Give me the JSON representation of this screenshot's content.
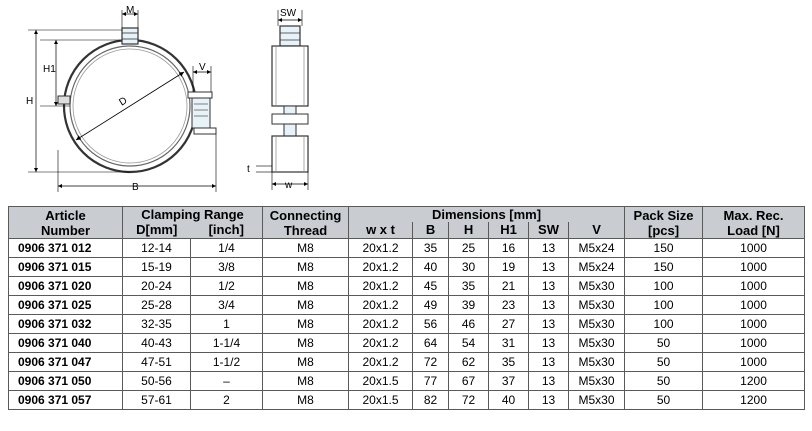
{
  "drawing": {
    "front_labels": {
      "m": "M",
      "h1": "H1",
      "h": "H",
      "d": "D",
      "v": "V",
      "b": "B"
    },
    "side_labels": {
      "sw": "SW",
      "t": "t",
      "w": "w"
    }
  },
  "table": {
    "headers": {
      "article_line1": "Article",
      "article_line2": "Number",
      "clamping": "Clamping Range",
      "clamping_mm": "D[mm]",
      "clamping_inch": "[inch]",
      "thread_line1": "Connecting",
      "thread_line2": "Thread",
      "dimensions": "Dimensions [mm]",
      "wxt": "w x t",
      "b": "B",
      "h": "H",
      "h1": "H1",
      "sw": "SW",
      "v": "V",
      "pack_line1": "Pack Size",
      "pack_line2": "[pcs]",
      "load_line1": "Max. Rec.",
      "load_line2": "Load [N]"
    },
    "rows": [
      {
        "article": "0906 371 012",
        "d_mm": "12-14",
        "inch": "1/4",
        "thread": "M8",
        "wxt": "20x1.2",
        "b": "35",
        "h": "25",
        "h1": "16",
        "sw": "13",
        "v": "M5x24",
        "pack": "150",
        "load": "1000"
      },
      {
        "article": "0906 371 015",
        "d_mm": "15-19",
        "inch": "3/8",
        "thread": "M8",
        "wxt": "20x1.2",
        "b": "40",
        "h": "30",
        "h1": "19",
        "sw": "13",
        "v": "M5x24",
        "pack": "150",
        "load": "1000"
      },
      {
        "article": "0906 371 020",
        "d_mm": "20-24",
        "inch": "1/2",
        "thread": "M8",
        "wxt": "20x1.2",
        "b": "45",
        "h": "35",
        "h1": "21",
        "sw": "13",
        "v": "M5x30",
        "pack": "100",
        "load": "1000"
      },
      {
        "article": "0906 371 025",
        "d_mm": "25-28",
        "inch": "3/4",
        "thread": "M8",
        "wxt": "20x1.2",
        "b": "49",
        "h": "39",
        "h1": "23",
        "sw": "13",
        "v": "M5x30",
        "pack": "100",
        "load": "1000"
      },
      {
        "article": "0906 371 032",
        "d_mm": "32-35",
        "inch": "1",
        "thread": "M8",
        "wxt": "20x1.2",
        "b": "56",
        "h": "46",
        "h1": "27",
        "sw": "13",
        "v": "M5x30",
        "pack": "100",
        "load": "1000"
      },
      {
        "article": "0906 371 040",
        "d_mm": "40-43",
        "inch": "1-1/4",
        "thread": "M8",
        "wxt": "20x1.2",
        "b": "64",
        "h": "54",
        "h1": "31",
        "sw": "13",
        "v": "M5x30",
        "pack": "50",
        "load": "1000"
      },
      {
        "article": "0906 371 047",
        "d_mm": "47-51",
        "inch": "1-1/2",
        "thread": "M8",
        "wxt": "20x1.2",
        "b": "72",
        "h": "62",
        "h1": "35",
        "sw": "13",
        "v": "M5x30",
        "pack": "50",
        "load": "1000"
      },
      {
        "article": "0906 371 050",
        "d_mm": "50-56",
        "inch": "–",
        "thread": "M8",
        "wxt": "20x1.5",
        "b": "77",
        "h": "67",
        "h1": "37",
        "sw": "13",
        "v": "M5x30",
        "pack": "50",
        "load": "1200"
      },
      {
        "article": "0906 371 057",
        "d_mm": "57-61",
        "inch": "2",
        "thread": "M8",
        "wxt": "20x1.5",
        "b": "82",
        "h": "72",
        "h1": "40",
        "sw": "13",
        "v": "M5x30",
        "pack": "50",
        "load": "1200"
      }
    ]
  }
}
